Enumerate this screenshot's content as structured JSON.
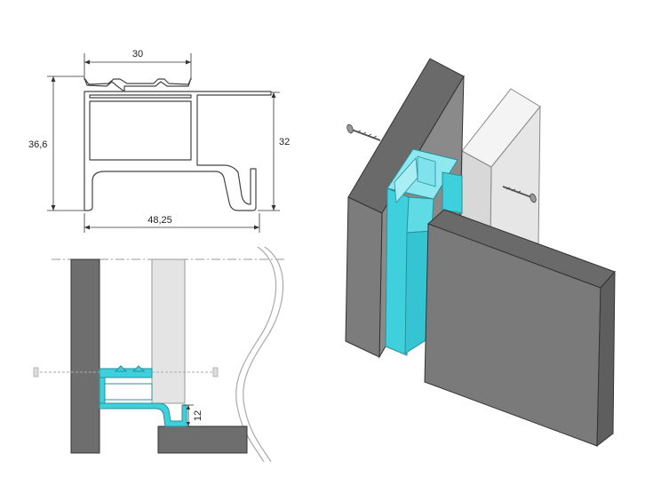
{
  "profile_drawing": {
    "dim_top_width": "30",
    "dim_left_height": "36,6",
    "dim_right_height": "32",
    "dim_bottom_width": "48,25"
  },
  "section_detail": {
    "dim_gap": "12"
  },
  "colors": {
    "profile_cyan": "#3fd0de",
    "panel_dark": "#6e6e6e",
    "panel_light": "#e4e4e4",
    "panel_mid": "#7a7a7a",
    "outline": "#333333"
  },
  "icons": [
    "screw-icon"
  ]
}
